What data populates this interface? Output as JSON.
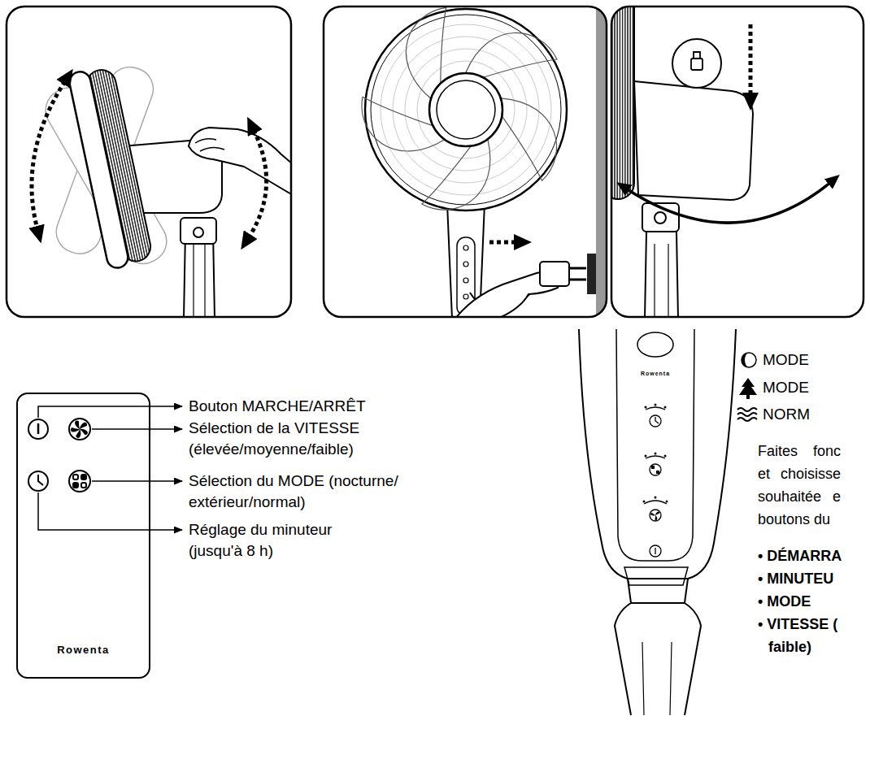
{
  "diagram": {
    "nodes": [
      {
        "text": [
          "Rowenta"
        ]
      }
    ],
    "labels": [
      "Bouton MARCHE/ARRÊT",
      "Sélection de la VITESSE (élevée/moyenne/faible)",
      "Sélection du MODE (nocturne/ extérieur/normal)",
      "Réglage du minuteur (jusqu'à 8 h)",
      "Rowenta",
      "MODE",
      "MODE",
      "NORM",
      "Faites fonc et choisisse souhaitée e boutons du",
      "• DÉMARRA",
      "• MINUTEU",
      "• MODE",
      "• VITESSE ( faible)"
    ]
  }
}
